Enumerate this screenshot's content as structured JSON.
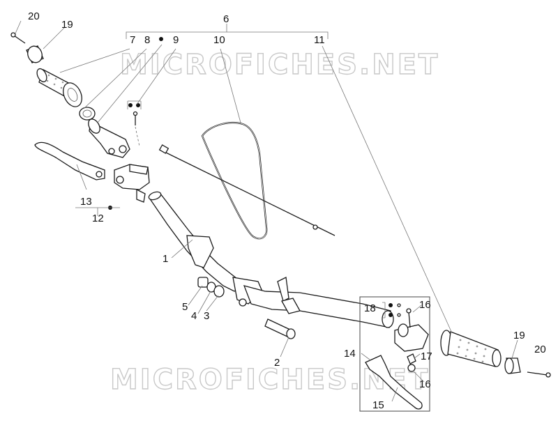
{
  "watermark": "MICROFICHES.NET",
  "callouts": {
    "c1": "1",
    "c2": "2",
    "c3": "3",
    "c4": "4",
    "c5": "5",
    "c6": "6",
    "c7": "7",
    "c8": "8",
    "c9": "9",
    "c10": "10",
    "c11": "11",
    "c12": "12",
    "c13": "13",
    "c14": "14",
    "c15": "15",
    "c16a": "16",
    "c16b": "16",
    "c17": "17",
    "c18": "18",
    "c19a": "19",
    "c19b": "19",
    "c20a": "20",
    "c20b": "20"
  }
}
